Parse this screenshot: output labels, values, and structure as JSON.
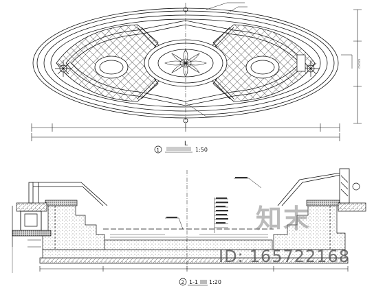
{
  "plan": {
    "caption_no": "1",
    "caption_scale": "1:50",
    "dim_label": "L"
  },
  "section": {
    "caption_no": "2",
    "caption_title": "1-1",
    "caption_scale": "1:20"
  },
  "watermark": {
    "brand": "知末",
    "id_label": "ID:",
    "id_value": "165722168"
  },
  "colors": {
    "line": "#111111",
    "hatch": "#333333",
    "background": "#ffffff"
  }
}
